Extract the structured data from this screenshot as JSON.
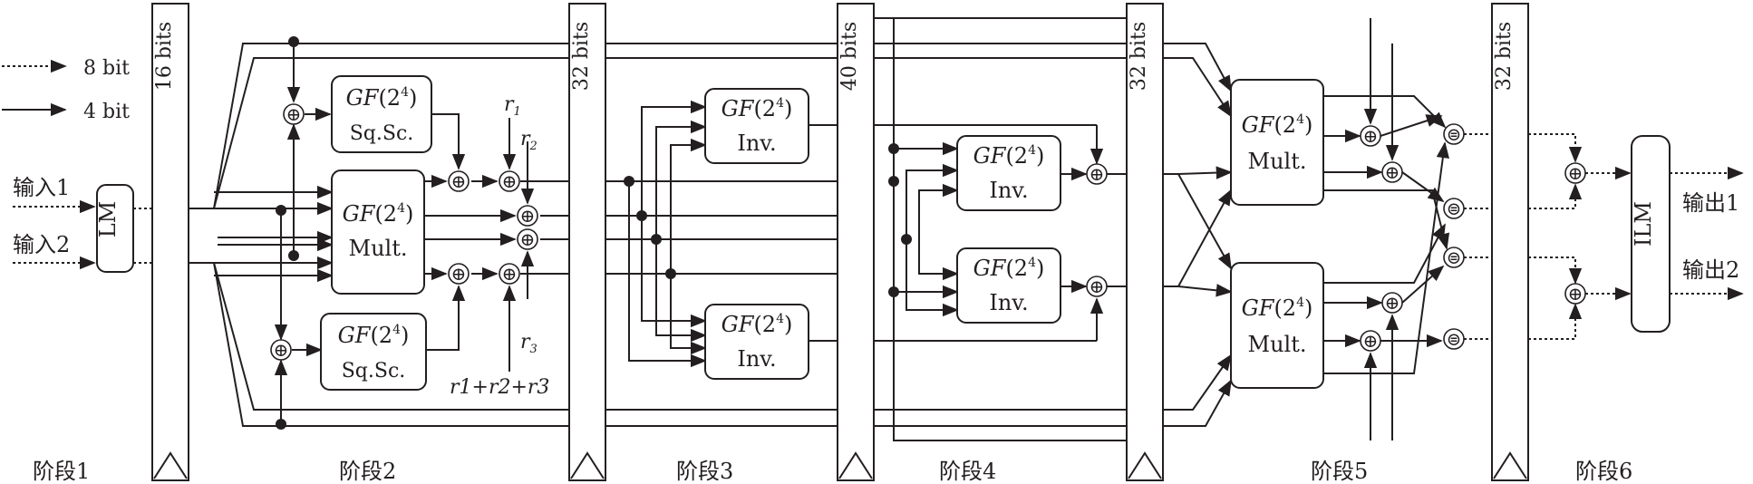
{
  "legend": {
    "dashed": "8 bit",
    "solid": "4 bit"
  },
  "inputs": [
    "输入1",
    "输入2"
  ],
  "outputs": [
    "输出1",
    "输出2"
  ],
  "blocks": {
    "lm": "LM",
    "ilm": "ILM",
    "gf_prefix": "GF",
    "gf_base": "(2",
    "gf_exp": "4",
    "gf_close": ")",
    "sq_sc": "Sq.Sc.",
    "mult": "Mult.",
    "inv": "Inv."
  },
  "registers": [
    "16 bits",
    "32 bits",
    "40 bits",
    "32 bits",
    "32 bits"
  ],
  "stages": [
    "阶段1",
    "阶段2",
    "阶段3",
    "阶段4",
    "阶段5",
    "阶段6"
  ],
  "random_masks": {
    "r1": "r",
    "r1_sub": "1",
    "r2": "r",
    "r2_sub": "2",
    "r3": "r",
    "r3_sub": "3",
    "sum": "r1+r2+r3"
  },
  "node_symbols": {
    "xor": "⊕",
    "eq": "⊜"
  }
}
